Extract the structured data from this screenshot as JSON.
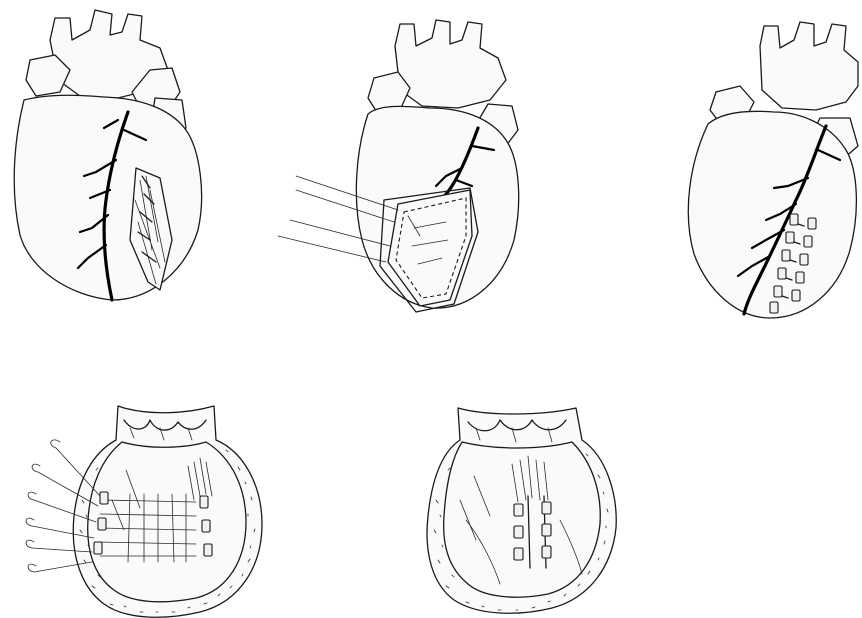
{
  "figure": {
    "panels": [
      {
        "id": "panel-1",
        "depicts": "heart-infarct-incision"
      },
      {
        "id": "panel-2",
        "depicts": "heart-patch-with-stay-sutures"
      },
      {
        "id": "panel-3",
        "depicts": "heart-closed-with-pledgets"
      },
      {
        "id": "panel-4",
        "depicts": "ventricle-crosssection-sutured-patch"
      },
      {
        "id": "panel-5",
        "depicts": "ventricle-crosssection-repair-complete"
      }
    ],
    "colors": {
      "ink": "#1a1a1a",
      "paper": "#ffffff",
      "vessel": "#000000"
    }
  }
}
